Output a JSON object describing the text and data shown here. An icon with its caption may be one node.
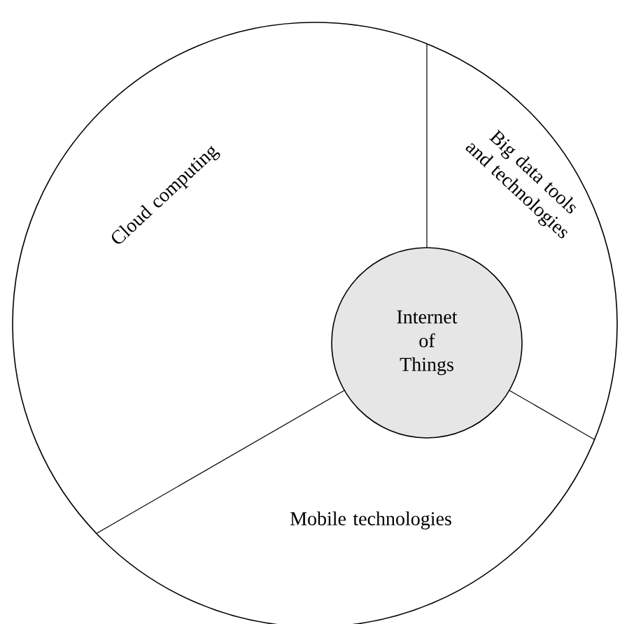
{
  "diagram": {
    "nodes": [
      {
        "text": [
          "Cloud computing"
        ]
      },
      {
        "text": [
          "Big data tools and technologies"
        ]
      },
      {
        "text": [
          "Internet of Things"
        ]
      },
      {
        "text": [
          "Mobile technologies"
        ]
      }
    ]
  }
}
